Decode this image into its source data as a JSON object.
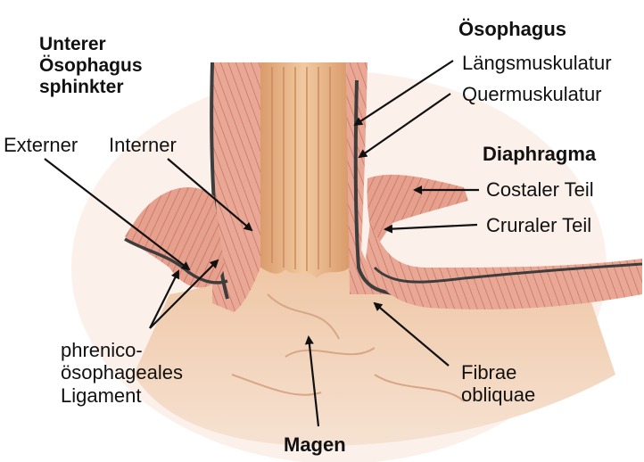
{
  "labels": {
    "les_heading": [
      "Unterer",
      "Ösophagus",
      "sphinkter"
    ],
    "externer": "Externer",
    "interner": "Interner",
    "oesophagus": "Ösophagus",
    "laengsmuskulatur": "Längsmuskulatur",
    "quermuskulatur": "Quermuskulatur",
    "diaphragma": "Diaphragma",
    "costaler_teil": "Costaler Teil",
    "cruraler_teil": "Cruraler Teil",
    "ligament": [
      "phrenico-",
      "ösophageales",
      "Ligament"
    ],
    "fibrae": [
      "Fibrae",
      "obliquae"
    ],
    "magen": "Magen"
  },
  "colors": {
    "lumen": "#e7b98e",
    "muscle": "#e6a08e",
    "muscle_dark": "#c9705e",
    "mucosa": "#f3cfc4",
    "pleura": "#4a4a4a",
    "arrow": "#111111"
  }
}
